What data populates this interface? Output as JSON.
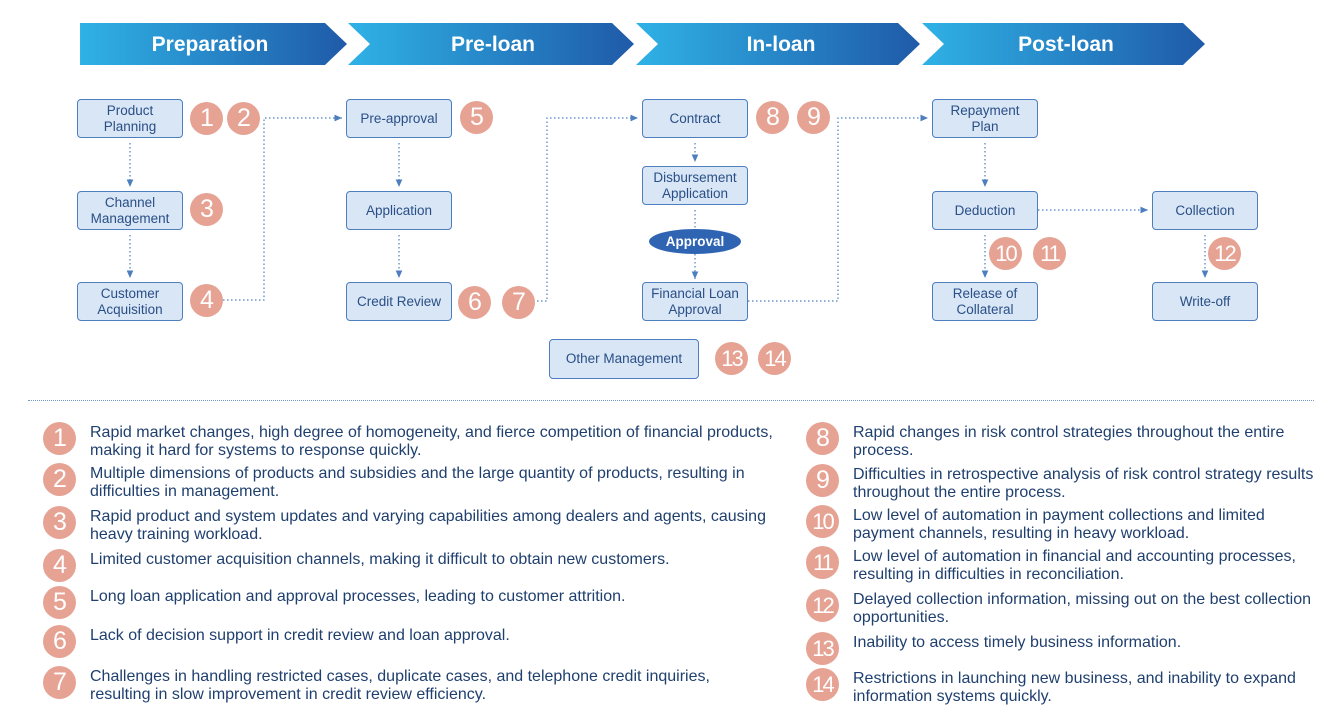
{
  "stages": [
    {
      "id": "preparation",
      "label": "Preparation"
    },
    {
      "id": "pre-loan",
      "label": "Pre-loan"
    },
    {
      "id": "in-loan",
      "label": "In-loan"
    },
    {
      "id": "post-loan",
      "label": "Post-loan"
    }
  ],
  "nodes": {
    "product_planning": "Product\nPlanning",
    "channel_management": "Channel\nManagement",
    "customer_acquisition": "Customer\nAcquisition",
    "pre_approval": "Pre-approval",
    "application": "Application",
    "credit_review": "Credit Review",
    "contract": "Contract",
    "disbursement_application": "Disbursement\nApplication",
    "approval": "Approval",
    "financial_loan_approval": "Financial Loan\nApproval",
    "other_management": "Other Management",
    "repayment_plan": "Repayment\nPlan",
    "deduction": "Deduction",
    "collection": "Collection",
    "release_of_collateral": "Release of\nCollateral",
    "write_off": "Write-off"
  },
  "badges": {
    "b1": "1",
    "b2": "2",
    "b3": "3",
    "b4": "4",
    "b5": "5",
    "b6": "6",
    "b7": "7",
    "b8": "8",
    "b9": "9",
    "b10": "10",
    "b11": "11",
    "b12": "12",
    "b13": "13",
    "b14": "14"
  },
  "notes": [
    {
      "num": "1",
      "text": "Rapid market changes, high degree of homogeneity, and fierce competition of financial products, making it hard for systems to response quickly."
    },
    {
      "num": "2",
      "text": "Multiple dimensions of products and subsidies and the large quantity of products, resulting in difficulties in management."
    },
    {
      "num": "3",
      "text": "Rapid product and system updates and varying capabilities among dealers and agents, causing heavy training workload."
    },
    {
      "num": "4",
      "text": "Limited customer acquisition channels, making it difficult to obtain new customers."
    },
    {
      "num": "5",
      "text": "Long loan application and approval processes, leading to customer attrition."
    },
    {
      "num": "6",
      "text": "Lack of decision support in credit review and loan approval."
    },
    {
      "num": "7",
      "text": "Challenges in handling restricted cases, duplicate cases, and telephone credit inquiries, resulting in slow improvement in credit review efficiency."
    },
    {
      "num": "8",
      "text": "Rapid changes in risk control strategies throughout the entire process."
    },
    {
      "num": "9",
      "text": "Difficulties in retrospective analysis of risk control strategy results throughout the entire process."
    },
    {
      "num": "10",
      "text": "Low level of automation in payment collections and limited payment channels, resulting in heavy workload."
    },
    {
      "num": "11",
      "text": "Low level of automation in financial and accounting processes, resulting in difficulties in reconciliation."
    },
    {
      "num": "12",
      "text": "Delayed collection information, missing out on the best collection opportunities."
    },
    {
      "num": "13",
      "text": "Inability to access timely business information."
    },
    {
      "num": "14",
      "text": "Restrictions in launching new business, and inability to expand information systems quickly."
    }
  ],
  "colors": {
    "banner_light": "#2fb2e6",
    "banner_dark": "#1f5aa8",
    "box_fill": "#d8e6f6",
    "box_border": "#4d7fbf",
    "badge": "#e6a293",
    "approval": "#2f64b3",
    "text": "#1f3f6e"
  }
}
